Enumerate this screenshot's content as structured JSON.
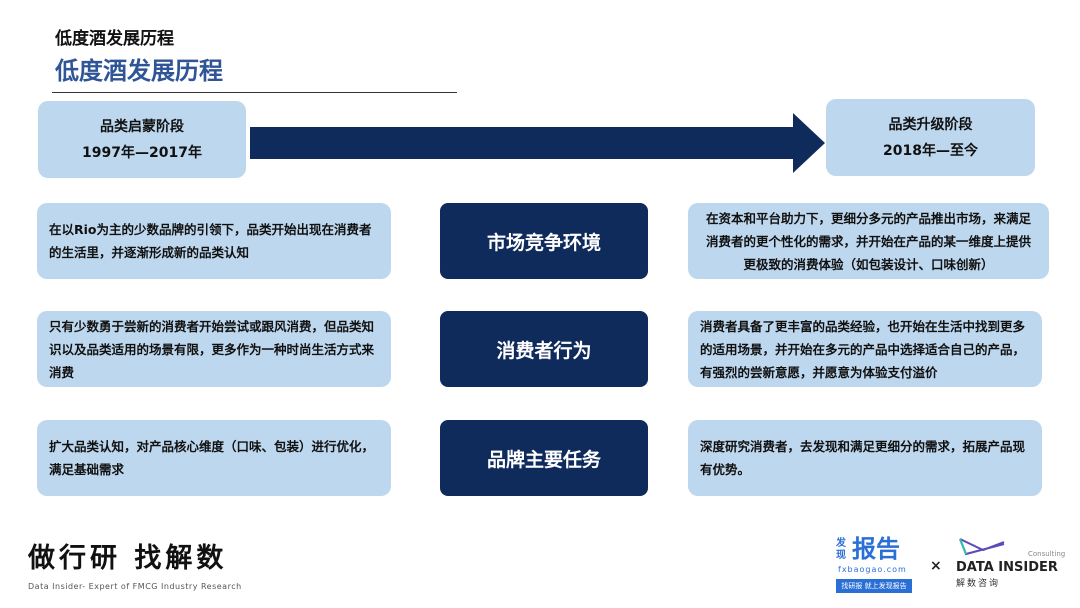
{
  "header": {
    "subtitle": "低度酒发展历程",
    "title": "低度酒发展历程"
  },
  "phases": [
    {
      "name": "品类启蒙阶段",
      "period": "1997年—2017年"
    },
    {
      "name": "品类升级阶段",
      "period": "2018年—至今"
    }
  ],
  "rows": [
    {
      "label": "市场竞争环境",
      "left": "在以Rio为主的少数品牌的引领下，品类开始出现在消费者的生活里，并逐渐形成新的品类认知",
      "right": "在资本和平台助力下，更细分多元的产品推出市场，来满足消费者的更个性化的需求，并开始在产品的某一维度上提供更极致的消费体验（如包装设计、口味创新）"
    },
    {
      "label": "消费者行为",
      "left": "只有少数勇于尝新的消费者开始尝试或跟风消费，但品类知识以及品类适用的场景有限，更多作为一种时尚生活方式来消费",
      "right": "消费者具备了更丰富的品类经验，也开始在生活中找到更多的适用场景，并开始在多元的产品中选择适合自己的产品，有强烈的尝新意愿，并愿意为体验支付溢价"
    },
    {
      "label": "品牌主要任务",
      "left": "扩大品类认知，对产品核心维度（口味、包装）进行优化，满足基础需求",
      "right": "深度研究消费者，去发现和满足更细分的需求，拓展产品现有优势。"
    }
  ],
  "footer": {
    "slogan": "做行研 找解数",
    "slogan_sub": "Data Insider- Expert of FMCG Industry Research",
    "fx_small": "发现",
    "fx_big": "报告",
    "fx_url": "fxbaogao.com",
    "fx_tag": "找研报 就上发现报告",
    "times": "×",
    "di_consulting": "Consulting",
    "di_name": "DATA INSIDER",
    "di_cn": "解数咨询"
  },
  "colors": {
    "navy": "#0f2b5b",
    "light": "#bdd7ee",
    "title": "#2f5597"
  }
}
